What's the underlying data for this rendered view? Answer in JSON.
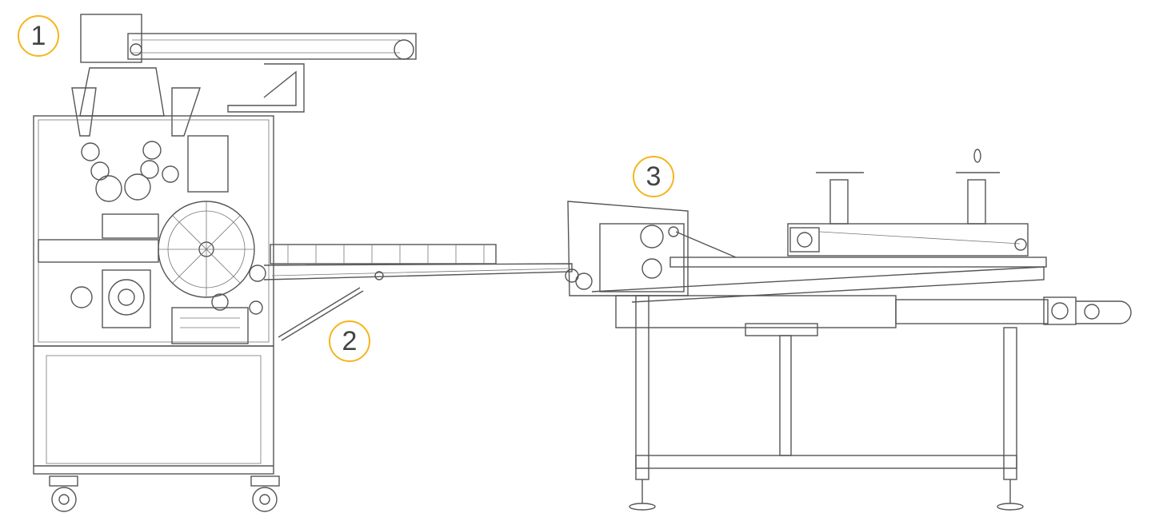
{
  "callouts": [
    {
      "label": "1"
    },
    {
      "label": "2"
    },
    {
      "label": "3"
    }
  ],
  "colors": {
    "callout": "#f5b51c",
    "line": "#555555"
  }
}
